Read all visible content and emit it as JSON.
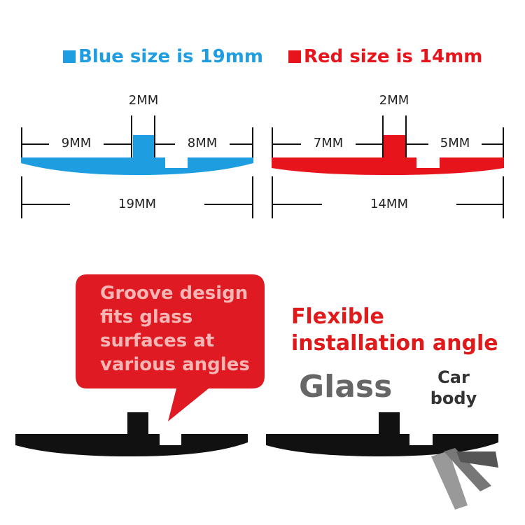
{
  "legend": {
    "blue": {
      "label": "Blue size is 19mm",
      "color": "#1e9de0"
    },
    "red": {
      "label": "Red size is 14mm",
      "color": "#e8141c"
    }
  },
  "blue_profile": {
    "top_width": "2MM",
    "left_width": "9MM",
    "right_width": "8MM",
    "total_width": "19MM"
  },
  "red_profile": {
    "top_width": "2MM",
    "left_width": "7MM",
    "right_width": "5MM",
    "total_width": "14MM"
  },
  "callout": {
    "text": "Groove design fits glass surfaces at various angles",
    "color": "#e01a22"
  },
  "install": {
    "title_line1": "Flexible",
    "title_line2": "installation angle",
    "glass_label": "Glass",
    "car_label_line1": "Car",
    "car_label_line2": "body"
  },
  "colors": {
    "profile_black": "#111111",
    "dim_line": "#111111",
    "title_red": "#e01a1a"
  }
}
